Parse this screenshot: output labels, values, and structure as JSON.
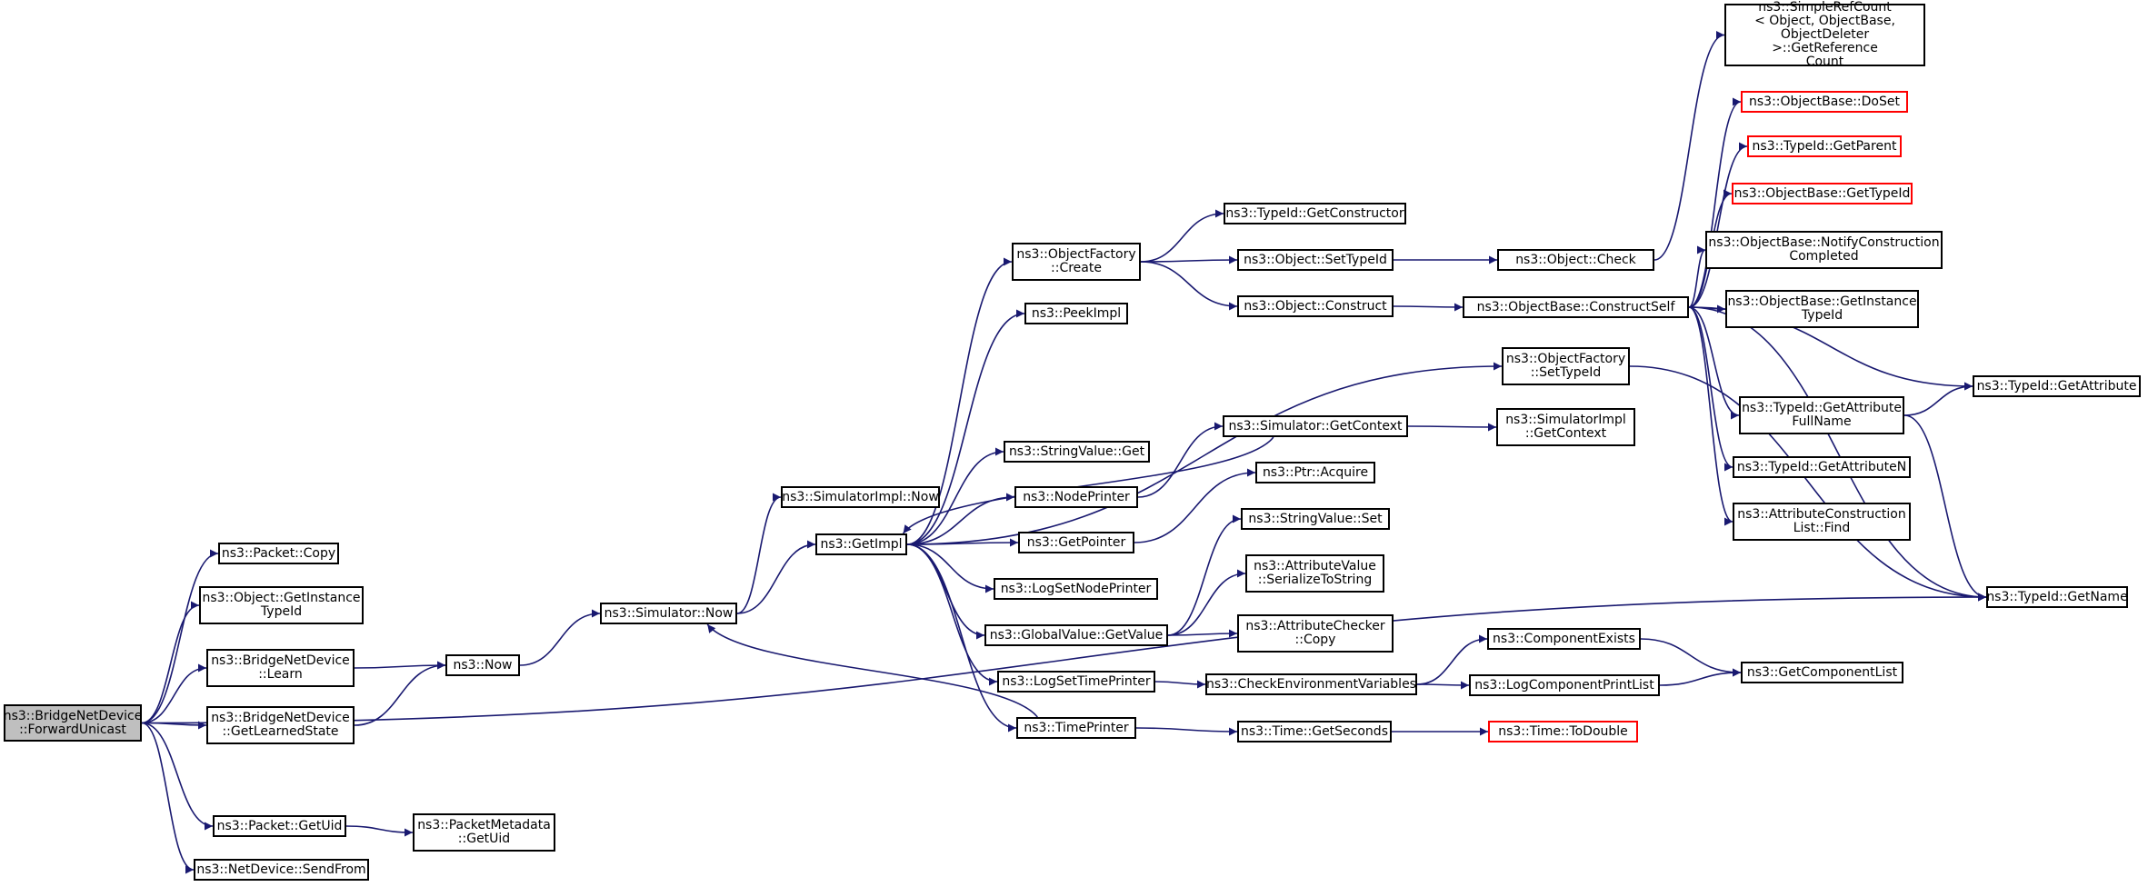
{
  "colors": {
    "edge": "#191970",
    "border": "#000000",
    "undocumented_border": "#ff0000",
    "root_fill": "#bfbfbf"
  },
  "nodes": {
    "root": {
      "label": "ns3::BridgeNetDevice\n::ForwardUnicast",
      "style": "root"
    },
    "packet_copy": {
      "label": "ns3::Packet::Copy"
    },
    "object_getinstancetypeid": {
      "label": "ns3::Object::GetInstance\nTypeId"
    },
    "bridge_learn": {
      "label": "ns3::BridgeNetDevice\n::Learn"
    },
    "bridge_getlearnedstate": {
      "label": "ns3::BridgeNetDevice\n::GetLearnedState"
    },
    "packet_getuid": {
      "label": "ns3::Packet::GetUid"
    },
    "netdevice_sendfrom": {
      "label": "ns3::NetDevice::SendFrom"
    },
    "packetmetadata_getuid": {
      "label": "ns3::PacketMetadata\n::GetUid"
    },
    "ns3_now": {
      "label": "ns3::Now"
    },
    "simulator_now": {
      "label": "ns3::Simulator::Now"
    },
    "simulatorimpl_now": {
      "label": "ns3::SimulatorImpl::Now"
    },
    "getimpl": {
      "label": "ns3::GetImpl"
    },
    "objectfactory_create": {
      "label": "ns3::ObjectFactory\n::Create"
    },
    "peekimpl": {
      "label": "ns3::PeekImpl"
    },
    "stringvalue_get": {
      "label": "ns3::StringValue::Get"
    },
    "nodeprinter": {
      "label": "ns3::NodePrinter"
    },
    "getpointer": {
      "label": "ns3::GetPointer"
    },
    "logsetnodeprinter": {
      "label": "ns3::LogSetNodePrinter"
    },
    "globalvalue_getvalue": {
      "label": "ns3::GlobalValue::GetValue"
    },
    "logsettimeprinter": {
      "label": "ns3::LogSetTimePrinter"
    },
    "timeprinter": {
      "label": "ns3::TimePrinter"
    },
    "typeid_getconstructor": {
      "label": "ns3::TypeId::GetConstructor"
    },
    "object_settypeid": {
      "label": "ns3::Object::SetTypeId"
    },
    "object_construct": {
      "label": "ns3::Object::Construct"
    },
    "simulator_getcontext": {
      "label": "ns3::Simulator::GetContext"
    },
    "ptr_acquire": {
      "label": "ns3::Ptr::Acquire"
    },
    "stringvalue_set": {
      "label": "ns3::StringValue::Set"
    },
    "attributevalue_serialize": {
      "label": "ns3::AttributeValue\n::SerializeToString"
    },
    "attributechecker_copy": {
      "label": "ns3::AttributeChecker\n::Copy"
    },
    "checkenvvars": {
      "label": "ns3::CheckEnvironmentVariables"
    },
    "time_getseconds": {
      "label": "ns3::Time::GetSeconds"
    },
    "object_check": {
      "label": "ns3::Object::Check"
    },
    "objectbase_constructself": {
      "label": "ns3::ObjectBase::ConstructSelf"
    },
    "objectfactory_settypeid": {
      "label": "ns3::ObjectFactory\n::SetTypeId"
    },
    "simulatorimpl_getcontext": {
      "label": "ns3::SimulatorImpl\n::GetContext"
    },
    "componentexists": {
      "label": "ns3::ComponentExists"
    },
    "logcomponentprintlist": {
      "label": "ns3::LogComponentPrintList"
    },
    "time_todouble": {
      "label": "ns3::Time::ToDouble",
      "style": "red"
    },
    "simplerefcount_getreferencecount": {
      "label": "ns3::SimpleRefCount\n< Object, ObjectBase,\n ObjectDeleter >::GetReference\nCount"
    },
    "objectbase_doset": {
      "label": "ns3::ObjectBase::DoSet",
      "style": "red"
    },
    "typeid_getparent": {
      "label": "ns3::TypeId::GetParent",
      "style": "red"
    },
    "objectbase_gettypeid": {
      "label": "ns3::ObjectBase::GetTypeId",
      "style": "red"
    },
    "objectbase_notifyconstructioncompleted": {
      "label": "ns3::ObjectBase::NotifyConstruction\nCompleted"
    },
    "objectbase_getinstancetypeid": {
      "label": "ns3::ObjectBase::GetInstance\nTypeId"
    },
    "typeid_getattributefullname": {
      "label": "ns3::TypeId::GetAttribute\nFullName"
    },
    "typeid_getattributen": {
      "label": "ns3::TypeId::GetAttributeN"
    },
    "attributeconstructionlist_find": {
      "label": "ns3::AttributeConstruction\nList::Find"
    },
    "getcomponentlist": {
      "label": "ns3::GetComponentList"
    },
    "typeid_getattribute": {
      "label": "ns3::TypeId::GetAttribute"
    },
    "typeid_getname": {
      "label": "ns3::TypeId::GetName"
    }
  },
  "edges": [
    [
      "root",
      "packet_copy"
    ],
    [
      "root",
      "object_getinstancetypeid"
    ],
    [
      "root",
      "bridge_learn"
    ],
    [
      "root",
      "bridge_getlearnedstate"
    ],
    [
      "root",
      "typeid_getname"
    ],
    [
      "root",
      "packet_getuid"
    ],
    [
      "root",
      "netdevice_sendfrom"
    ],
    [
      "bridge_learn",
      "ns3_now"
    ],
    [
      "bridge_getlearnedstate",
      "ns3_now"
    ],
    [
      "packet_getuid",
      "packetmetadata_getuid"
    ],
    [
      "ns3_now",
      "simulator_now"
    ],
    [
      "simulator_now",
      "simulatorimpl_now"
    ],
    [
      "simulator_now",
      "getimpl"
    ],
    [
      "getimpl",
      "objectfactory_create"
    ],
    [
      "getimpl",
      "peekimpl"
    ],
    [
      "getimpl",
      "stringvalue_get"
    ],
    [
      "getimpl",
      "nodeprinter"
    ],
    [
      "getimpl",
      "getpointer"
    ],
    [
      "getimpl",
      "logsetnodeprinter"
    ],
    [
      "getimpl",
      "globalvalue_getvalue"
    ],
    [
      "getimpl",
      "logsettimeprinter"
    ],
    [
      "getimpl",
      "timeprinter"
    ],
    [
      "getimpl",
      "objectfactory_settypeid"
    ],
    [
      "objectfactory_create",
      "typeid_getconstructor"
    ],
    [
      "objectfactory_create",
      "object_settypeid"
    ],
    [
      "objectfactory_create",
      "object_construct"
    ],
    [
      "object_settypeid",
      "object_check"
    ],
    [
      "object_construct",
      "objectbase_constructself"
    ],
    [
      "nodeprinter",
      "simulator_getcontext"
    ],
    [
      "simulator_getcontext",
      "getimpl"
    ],
    [
      "simulator_getcontext",
      "simulatorimpl_getcontext"
    ],
    [
      "getpointer",
      "ptr_acquire"
    ],
    [
      "globalvalue_getvalue",
      "stringvalue_set"
    ],
    [
      "globalvalue_getvalue",
      "attributevalue_serialize"
    ],
    [
      "globalvalue_getvalue",
      "attributechecker_copy"
    ],
    [
      "logsettimeprinter",
      "checkenvvars"
    ],
    [
      "timeprinter",
      "simulator_now"
    ],
    [
      "timeprinter",
      "time_getseconds"
    ],
    [
      "time_getseconds",
      "time_todouble"
    ],
    [
      "checkenvvars",
      "componentexists"
    ],
    [
      "checkenvvars",
      "logcomponentprintlist"
    ],
    [
      "componentexists",
      "getcomponentlist"
    ],
    [
      "logcomponentprintlist",
      "getcomponentlist"
    ],
    [
      "object_check",
      "simplerefcount_getreferencecount"
    ],
    [
      "objectbase_constructself",
      "objectbase_doset"
    ],
    [
      "objectbase_constructself",
      "typeid_getparent"
    ],
    [
      "objectbase_constructself",
      "objectbase_gettypeid"
    ],
    [
      "objectbase_constructself",
      "objectbase_notifyconstructioncompleted"
    ],
    [
      "objectbase_constructself",
      "objectbase_getinstancetypeid"
    ],
    [
      "objectbase_constructself",
      "typeid_getattribute"
    ],
    [
      "objectbase_constructself",
      "typeid_getattributefullname"
    ],
    [
      "objectbase_constructself",
      "typeid_getattributen"
    ],
    [
      "objectbase_constructself",
      "attributeconstructionlist_find"
    ],
    [
      "objectbase_constructself",
      "typeid_getname"
    ],
    [
      "objectfactory_settypeid",
      "typeid_getname"
    ],
    [
      "typeid_getattributefullname",
      "typeid_getattribute"
    ],
    [
      "typeid_getattributefullname",
      "typeid_getname"
    ]
  ]
}
